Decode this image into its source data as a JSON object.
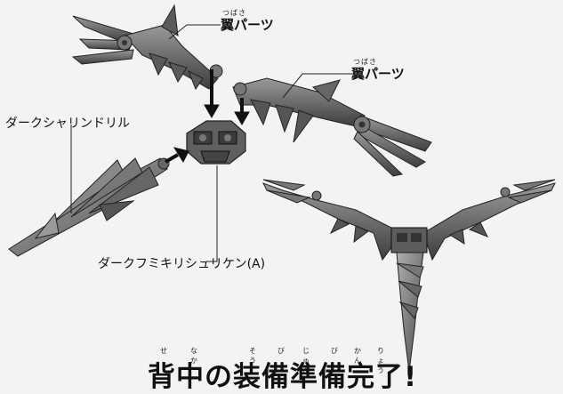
{
  "labels": {
    "wing_upper": {
      "text": "翼パーツ",
      "ruby": "つばさ"
    },
    "wing_right": {
      "text": "翼パーツ",
      "ruby": "つばさ"
    },
    "drill": "ダークシャリンドリル",
    "shuriken": "ダークフミキリシュリケン(A)"
  },
  "caption": {
    "text": "背中の装備準備完了!",
    "ruby": [
      "せ",
      "なか",
      "そう",
      "び",
      "じゅん",
      "び",
      "かん",
      "りょう"
    ]
  }
}
